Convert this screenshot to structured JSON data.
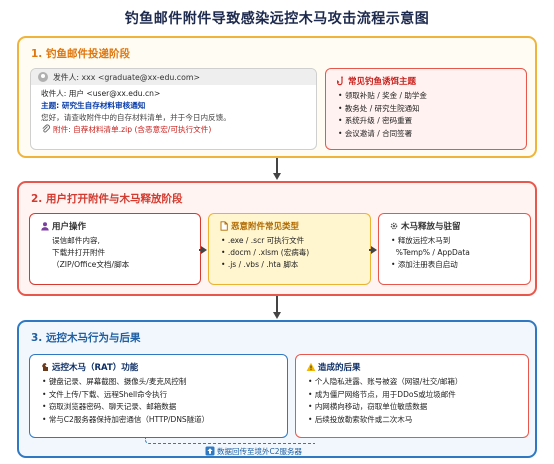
{
  "title": "钓鱼邮件附件导致感染远控木马攻击流程示意图",
  "phase1": {
    "title": "1. 钓鱼邮件投递阶段",
    "email": {
      "sender": "发件人: xxx <graduate@xx-edu.com>",
      "recipient": "收件人: 用户 <user@xx.edu.cn>",
      "subject": "主题: 研究生自存材料审核通知",
      "body": "您好，请查收附件中的自存材料清单，并于今日内反馈。",
      "attachment": "附件: 自荐材料清单.zip (含恶意宏/可执行文件)"
    },
    "lures": {
      "title": "常见钓鱼诱饵主题",
      "items": [
        "领取补贴 / 奖金 / 助学金",
        "教务处 / 研究生院通知",
        "系统升级 / 密码重置",
        "会议邀请 / 合同签署"
      ]
    }
  },
  "phase2": {
    "title": "2. 用户打开附件与木马释放阶段",
    "user_action": {
      "title": "用户操作",
      "lines": [
        "误信邮件内容,",
        "下载并打开附件",
        "（ZIP/Office文档/脚本"
      ]
    },
    "malicious_types": {
      "title": "恶意附件常见类型",
      "items": [
        ".exe / .scr 可执行文件",
        ".docm / .xlsm (宏病毒)",
        ".js / .vbs / .hta 脚本"
      ]
    },
    "trojan_release": {
      "title": "木马释放与驻留",
      "items": [
        "释放远控木马到",
        "%Temp% / AppData",
        "添加注册表自启动"
      ]
    }
  },
  "phase3": {
    "title": "3. 远控木马行为与后果",
    "rat": {
      "title": "远控木马（RAT）功能",
      "items": [
        "键盘记录、屏幕截图、摄像头/麦克风控制",
        "文件上传/下载、远程Shell命令执行",
        "窃取浏览器密码、聊天记录、邮箱数据",
        "常与C2服务器保持加密通信（HTTP/DNS隧道）"
      ]
    },
    "consequences": {
      "title": "造成的后果",
      "items": [
        "个人隐私泄露、账号被盗（网银/社交/邮箱）",
        "成为僵尸网络节点，用于DDoS或垃圾邮件",
        "内网横向移动，窃取单位敏感数据",
        "后续投放勒索软件或二次木马"
      ]
    },
    "exfil": "数据回传至境外C2服务器"
  },
  "colors": {
    "phase1_border": "#f0b43a",
    "phase2_border": "#e8574c",
    "phase3_border": "#2f79c2"
  }
}
